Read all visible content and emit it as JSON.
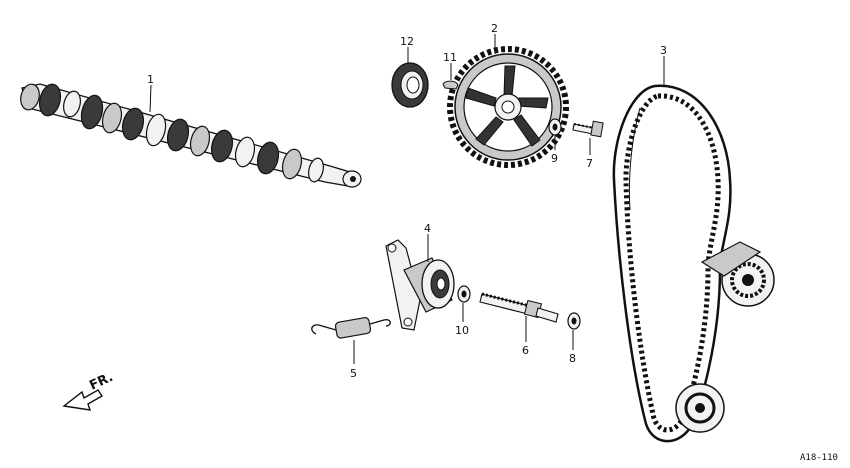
{
  "diagram": {
    "part_numbers": [
      "1",
      "2",
      "3",
      "4",
      "5",
      "6",
      "7",
      "8",
      "9",
      "10",
      "11",
      "12"
    ],
    "direction_label": "FR.",
    "reference_code": "A18-110"
  }
}
